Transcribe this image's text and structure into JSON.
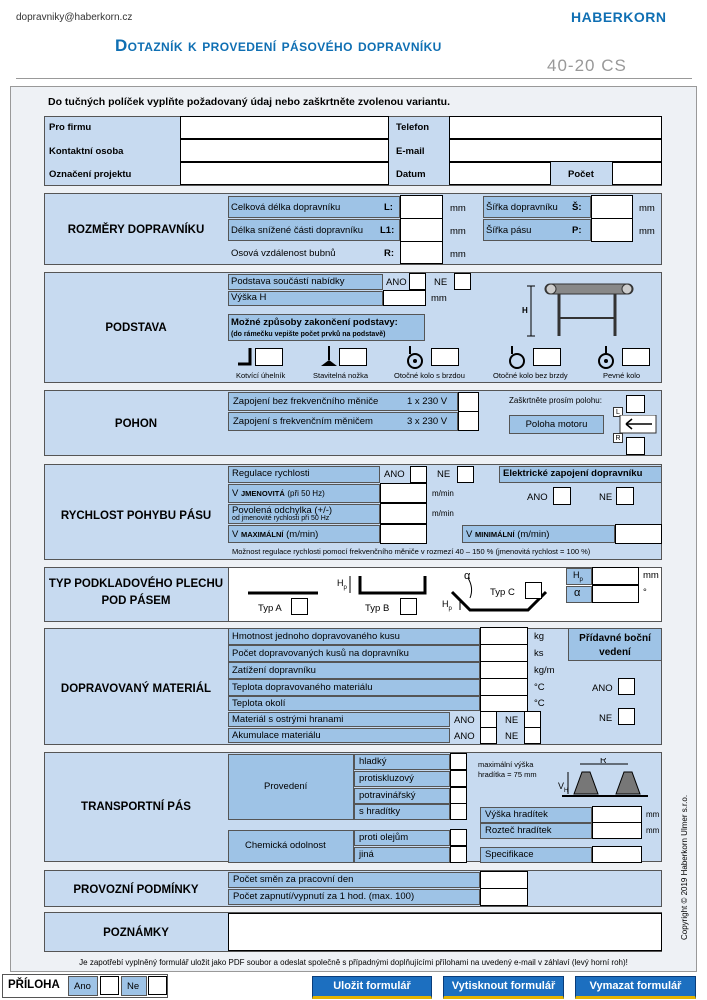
{
  "header": {
    "email": "dopravniky@haberkorn.cz",
    "logo": "HABERKORN",
    "title": "Dotazník k provedení pásového dopravníku",
    "code": "40-20 CS"
  },
  "instructions": "Do tučných políček vyplňte požadovaný údaj nebo zaškrtněte zvolenou variantu.",
  "contact": {
    "firm": "Pro firmu",
    "phone": "Telefon",
    "person": "Kontaktní osoba",
    "email": "E-mail",
    "project": "Označení projektu",
    "date": "Datum",
    "count": "Počet"
  },
  "rozmery": {
    "title": "ROZMĚRY DOPRAVNÍKU",
    "length": "Celková délka dopravníku",
    "length_sym": "L:",
    "lowered": "Délka snížené části dopravníku",
    "lowered_sym": "L1:",
    "axis": "Osová vzdálenost bubnů",
    "axis_sym": "R:",
    "width_conv": "Šířka dopravníku",
    "width_conv_sym": "Š:",
    "width_belt": "Šířka pásu",
    "width_belt_sym": "P:",
    "unit": "mm"
  },
  "podstava": {
    "title": "PODSTAVA",
    "base": "Podstava součástí nabídky",
    "yes": "ANO",
    "no": "NE",
    "height": "Výška H",
    "unit": "mm",
    "endings": "Možné způsoby zakončení podstavy:",
    "endings_note": "(do rámečku vepište počet prvků na podstavě)",
    "feet": [
      "Kotvící úhelník",
      "Stavitelná nožka",
      "Otočné kolo s brzdou",
      "Otočné kolo bez brzdy",
      "Pevné kolo"
    ],
    "diagram_label": "H"
  },
  "pohon": {
    "title": "POHON",
    "without": "Zapojení bez frekvenčního měniče",
    "without_v": "1 x 230 V",
    "with": "Zapojení s frekvenčním měničem",
    "with_v": "3 x 230 V",
    "check_pos": "Zaškrtněte prosím polohu:",
    "motor_pos": "Poloha motoru",
    "l": "L",
    "r": "R"
  },
  "rychlost": {
    "title": "RYCHLOST POHYBU PÁSU",
    "regulation": "Regulace rychlosti",
    "yes": "ANO",
    "no": "NE",
    "v_nom_a": "V",
    "v_nom_b": "JMENOVITÁ",
    "v_nom_c": "(při 50 Hz)",
    "dev": "Povolená odchylka (+/-)",
    "dev_note": "od jmenovité rychlosti při 50 Hz",
    "v_max_a": "V",
    "v_max_b": "MAXIMÁLNÍ",
    "v_max_c": "(m/min)",
    "v_min_a": "V",
    "v_min_b": "MINIMÁLNÍ",
    "v_min_c": "(m/min)",
    "unit": "m/min",
    "el_title": "Elektrické zapojení dopravníku",
    "note": "Možnost regulace rychlosti pomocí frekvenčního měniče v rozmezí 40 – 150 % (jmenovitá rychlost = 100 %)"
  },
  "plech": {
    "title": "TYP PODKLADOVÉHO PLECHU POD PÁSEM",
    "type_a": "Typ A",
    "type_b": "Typ B",
    "type_c": "Typ C",
    "hp": "H",
    "alpha": "α",
    "unit_mm": "mm",
    "unit_deg": "°",
    "hp_sub": "p"
  },
  "material": {
    "title": "DOPRAVOVANÝ MATERIÁL",
    "rows": [
      {
        "label": "Hmotnost jednoho dopravovaného kusu",
        "unit": "kg"
      },
      {
        "label": "Počet dopravovaných kusů na dopravníku",
        "unit": "ks"
      },
      {
        "label": "Zatížení dopravníku",
        "unit": "kg/m"
      },
      {
        "label": "Teplota dopravovaného materiálu",
        "unit": "°C"
      },
      {
        "label": "Teplota okolí",
        "unit": "°C"
      }
    ],
    "sharp": "Materiál s ostrými hranami",
    "accum": "Akumulace materiálu",
    "yes": "ANO",
    "no": "NE",
    "side": "Přídavné boční vedení"
  },
  "pas": {
    "title": "TRANSPORTNÍ PÁS",
    "design": "Provedení",
    "designs": [
      "hladký",
      "protiskluzový",
      "potravinářský",
      "s hradítky"
    ],
    "chem": "Chemická odolnost",
    "chems": [
      "proti olejům",
      "jiná"
    ],
    "max_note": "maximální výška hradítka = 75 mm",
    "r": "R",
    "v": "V",
    "v_sub": "H",
    "cleat_h": "Výška hradítek",
    "cleat_p": "Rozteč hradítek",
    "spec": "Specifikace",
    "unit": "mm"
  },
  "provozni": {
    "title": "PROVOZNÍ PODMÍNKY",
    "shifts": "Počet směn za pracovní den",
    "cycles": "Počet zapnutí/vypnutí za 1 hod. (max. 100)"
  },
  "poznamky": {
    "title": "POZNÁMKY"
  },
  "copyright": "Copyright © 2019 Haberkorn Ulmer s.r.o.",
  "footer": {
    "note": "Je zapotřebí vyplněný formulář uložit jako PDF soubor a odeslat společně s případnými doplňujícími přílohami na uvedený e-mail v záhlaví (levý horní roh)!",
    "attach": "PŘÍLOHA",
    "yes": "Ano",
    "no": "Ne",
    "save": "Uložit formulář",
    "print": "Vytisknout formulář",
    "clear": "Vymazat formulář"
  },
  "colors": {
    "accent": "#0f6fb3",
    "section": "#c7daf0",
    "label": "#9ec3e6",
    "button": "#1c6fc0"
  }
}
